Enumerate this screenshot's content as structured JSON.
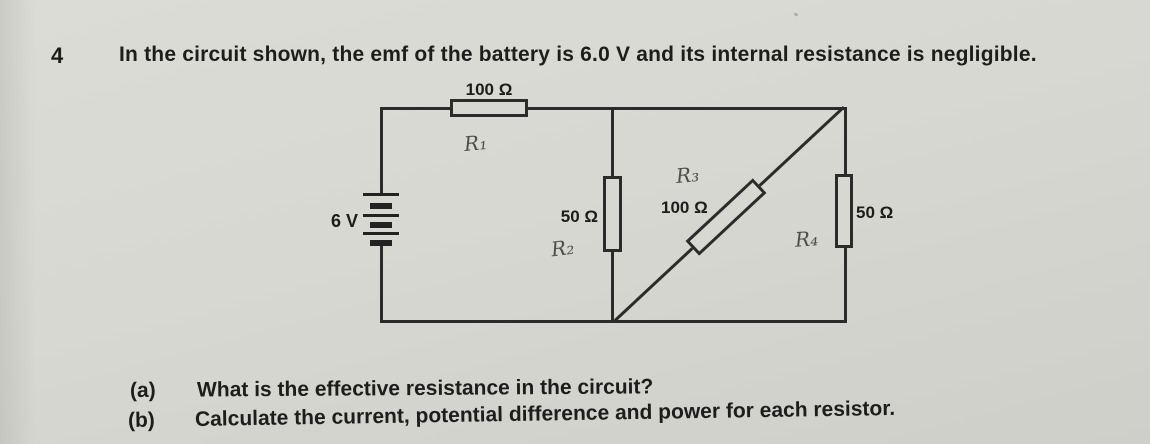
{
  "question": {
    "number": "4",
    "text": "In the circuit shown, the emf of the battery is 6.0 V and its internal resistance is negligible."
  },
  "circuit": {
    "battery": {
      "label": "6 V"
    },
    "resistors": [
      {
        "name": "R₁",
        "value": "100 Ω"
      },
      {
        "name": "R₂",
        "value": "50 Ω"
      },
      {
        "name": "R₃",
        "value": "100 Ω"
      },
      {
        "name": "R₄",
        "value": "50 Ω"
      }
    ]
  },
  "parts": [
    {
      "label": "(a)",
      "text": "What is the effective resistance in the circuit?"
    },
    {
      "label": "(b)",
      "text": "Calculate the current, potential difference and power for each resistor."
    }
  ],
  "colors": {
    "paper": "#d7d7d1",
    "ink": "#2b2b2b",
    "pencil": "#4e4e4e"
  }
}
